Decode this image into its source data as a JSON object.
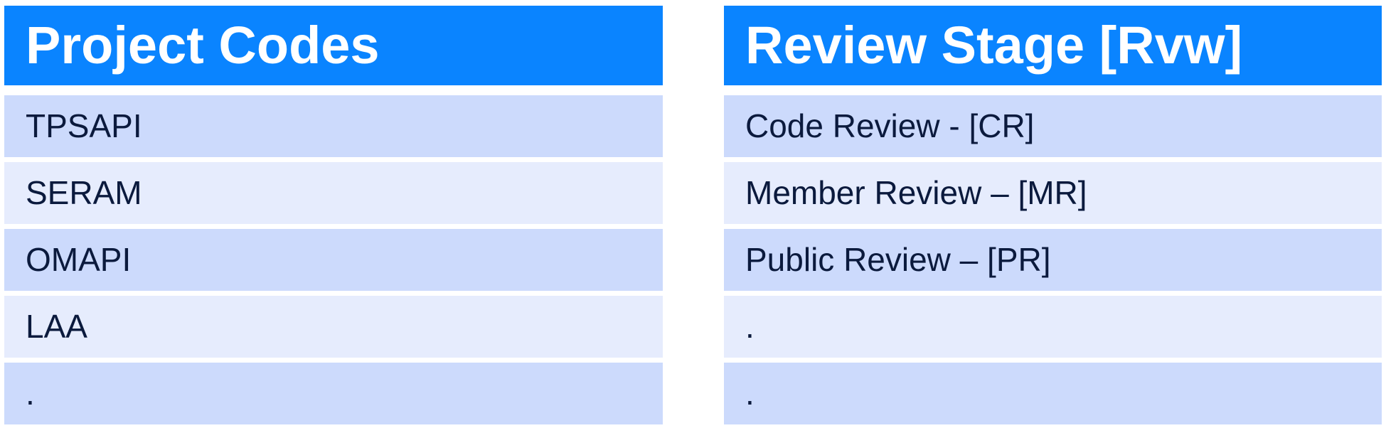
{
  "project_codes": {
    "header": "Project Codes",
    "rows": [
      "TPSAPI",
      "SERAM",
      "OMAPI",
      "LAA",
      "."
    ]
  },
  "review_stage": {
    "header": "Review Stage [Rvw]",
    "rows": [
      "Code Review - [CR]",
      "Member Review – [MR]",
      "Public Review – [PR]",
      ".",
      "."
    ]
  },
  "colors": {
    "header_bg": "#0a84ff",
    "row_dark": "#ccdafc",
    "row_light": "#e6ecfd",
    "text": "#0b1a3d"
  }
}
